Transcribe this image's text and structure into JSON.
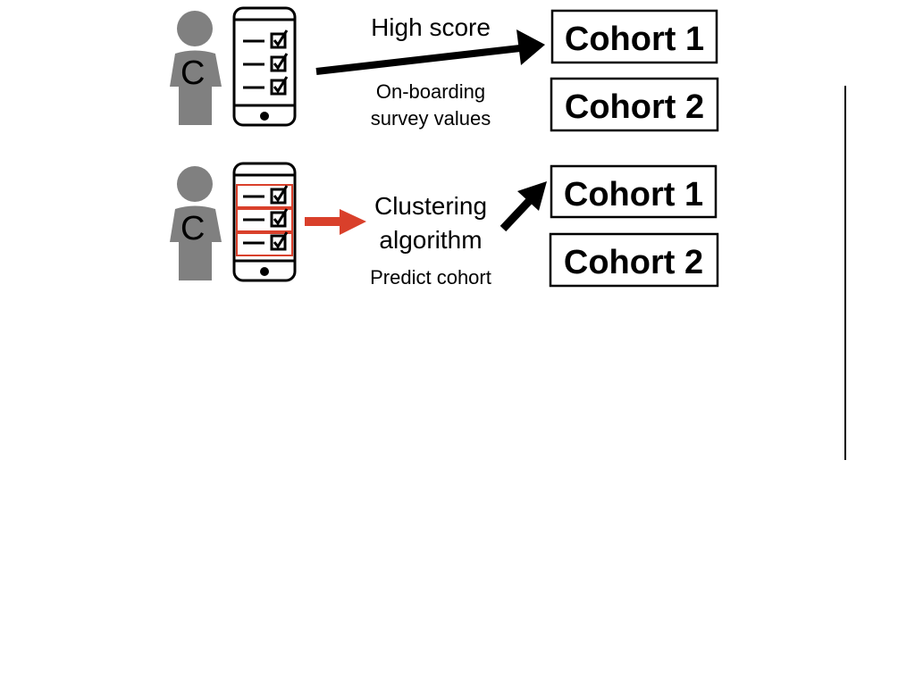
{
  "rows": [
    {
      "person_letter": "C",
      "arrow_label": "High score",
      "sub_label_line1": "On-boarding",
      "sub_label_line2": "survey values",
      "cohort_a": "Cohort 1",
      "cohort_b": "Cohort 2"
    },
    {
      "person_letter": "C",
      "arrow_label_line1": "Clustering",
      "arrow_label_line2": "algorithm",
      "sub_label": "Predict cohort",
      "cohort_a": "Cohort 1",
      "cohort_b": "Cohort 2"
    }
  ],
  "colors": {
    "person": "#808080",
    "outline": "#000000",
    "highlight": "#d9402b"
  },
  "icons": [
    "person-icon",
    "phone-survey-icon",
    "checkbox-icon"
  ]
}
